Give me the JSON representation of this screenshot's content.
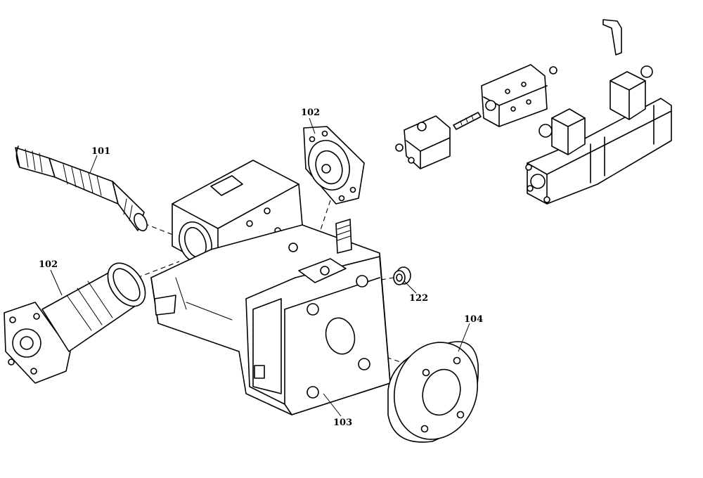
{
  "callouts": [
    {
      "id": "101",
      "label": "101"
    },
    {
      "id": "102a",
      "label": "102"
    },
    {
      "id": "102b",
      "label": "102"
    },
    {
      "id": "103",
      "label": "103"
    },
    {
      "id": "104",
      "label": "104"
    },
    {
      "id": "122",
      "label": "122"
    }
  ]
}
